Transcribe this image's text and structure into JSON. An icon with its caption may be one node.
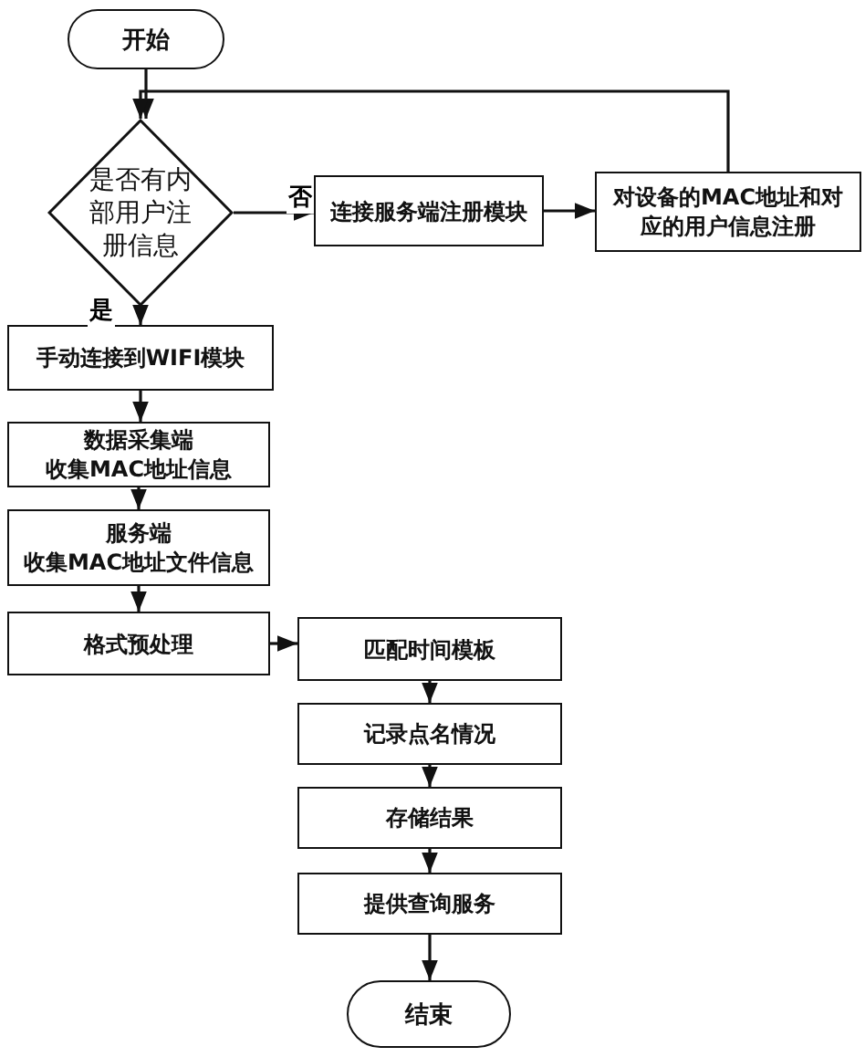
{
  "diagram": {
    "nodes": [
      {
        "text": [
          "开始"
        ]
      },
      {
        "text": [
          "是否有内部用户注册信息"
        ]
      },
      {
        "text": [
          "连接服务端注册模块"
        ]
      },
      {
        "text": [
          "对设备的MAC地址和对应的用户信息注册"
        ]
      },
      {
        "text": [
          "手动连接到WIFI模块"
        ]
      },
      {
        "text": [
          "数据采集端",
          "收集MAC地址信息"
        ]
      },
      {
        "text": [
          "服务端",
          "收集MAC地址文件信息"
        ]
      },
      {
        "text": [
          "格式预处理"
        ]
      },
      {
        "text": [
          "匹配时间模板"
        ]
      },
      {
        "text": [
          "记录点名情况"
        ]
      },
      {
        "text": [
          "存储结果"
        ]
      },
      {
        "text": [
          "提供查询服务"
        ]
      },
      {
        "text": [
          "结束"
        ]
      }
    ],
    "edges": [
      {
        "from": 0,
        "to": 1,
        "arrow": "to"
      },
      {
        "from": 1,
        "to": 2,
        "arrow": "to",
        "label": "否"
      },
      {
        "from": 2,
        "to": 3,
        "arrow": "to"
      },
      {
        "from": 3,
        "to": 1,
        "arrow": "to"
      },
      {
        "from": 1,
        "to": 4,
        "arrow": "to",
        "label": "是"
      },
      {
        "from": 4,
        "to": 5,
        "arrow": "to"
      },
      {
        "from": 5,
        "to": 6,
        "arrow": "to"
      },
      {
        "from": 6,
        "to": 7,
        "arrow": "to"
      },
      {
        "from": 7,
        "to": 8,
        "arrow": "to"
      },
      {
        "from": 8,
        "to": 9,
        "arrow": "to"
      },
      {
        "from": 9,
        "to": 10,
        "arrow": "to"
      },
      {
        "from": 10,
        "to": 11,
        "arrow": "to"
      },
      {
        "from": 11,
        "to": 12,
        "arrow": "to"
      }
    ]
  }
}
